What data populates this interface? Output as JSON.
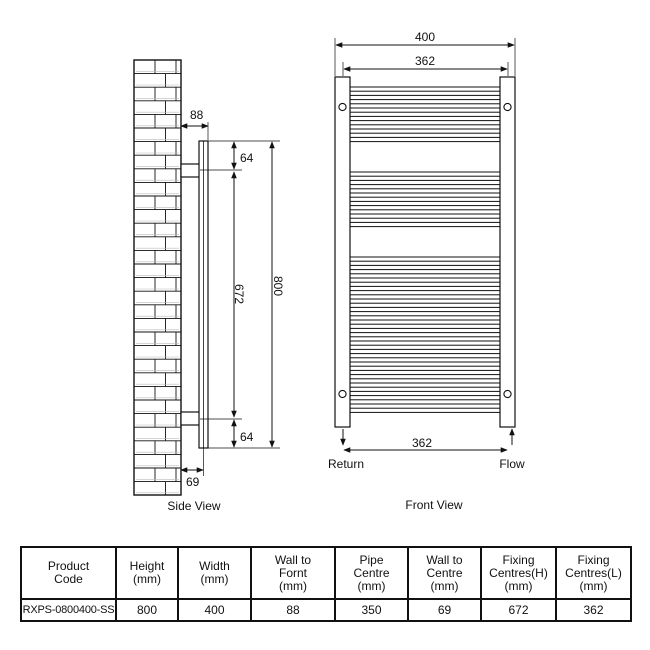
{
  "side_view": {
    "caption": "Side View",
    "dims": {
      "wall_to_front": "88",
      "top_offset": "64",
      "fixing_centres": "672",
      "height": "800",
      "bottom_offset": "64",
      "wall_to_centre": "69"
    }
  },
  "front_view": {
    "caption": "Front View",
    "dims": {
      "overall_width": "400",
      "top_centres": "362",
      "bottom_centres": "362"
    },
    "labels": {
      "return": "Return",
      "flow": "Flow"
    }
  },
  "spec_table": {
    "headers": [
      "Product\nCode",
      "Height\n(mm)",
      "Width\n(mm)",
      "Wall to\nFornt\n(mm)",
      "Pipe\nCentre\n(mm)",
      "Wall to\nCentre\n(mm)",
      "Fixing\nCentres(H)\n(mm)",
      "Fixing\nCentres(L)\n(mm)"
    ],
    "row": [
      "RXPS-0800400-SS",
      "800",
      "400",
      "88",
      "350",
      "69",
      "672",
      "362"
    ]
  },
  "colors": {
    "line": "#111111",
    "brick_fill": "#ffffff"
  }
}
